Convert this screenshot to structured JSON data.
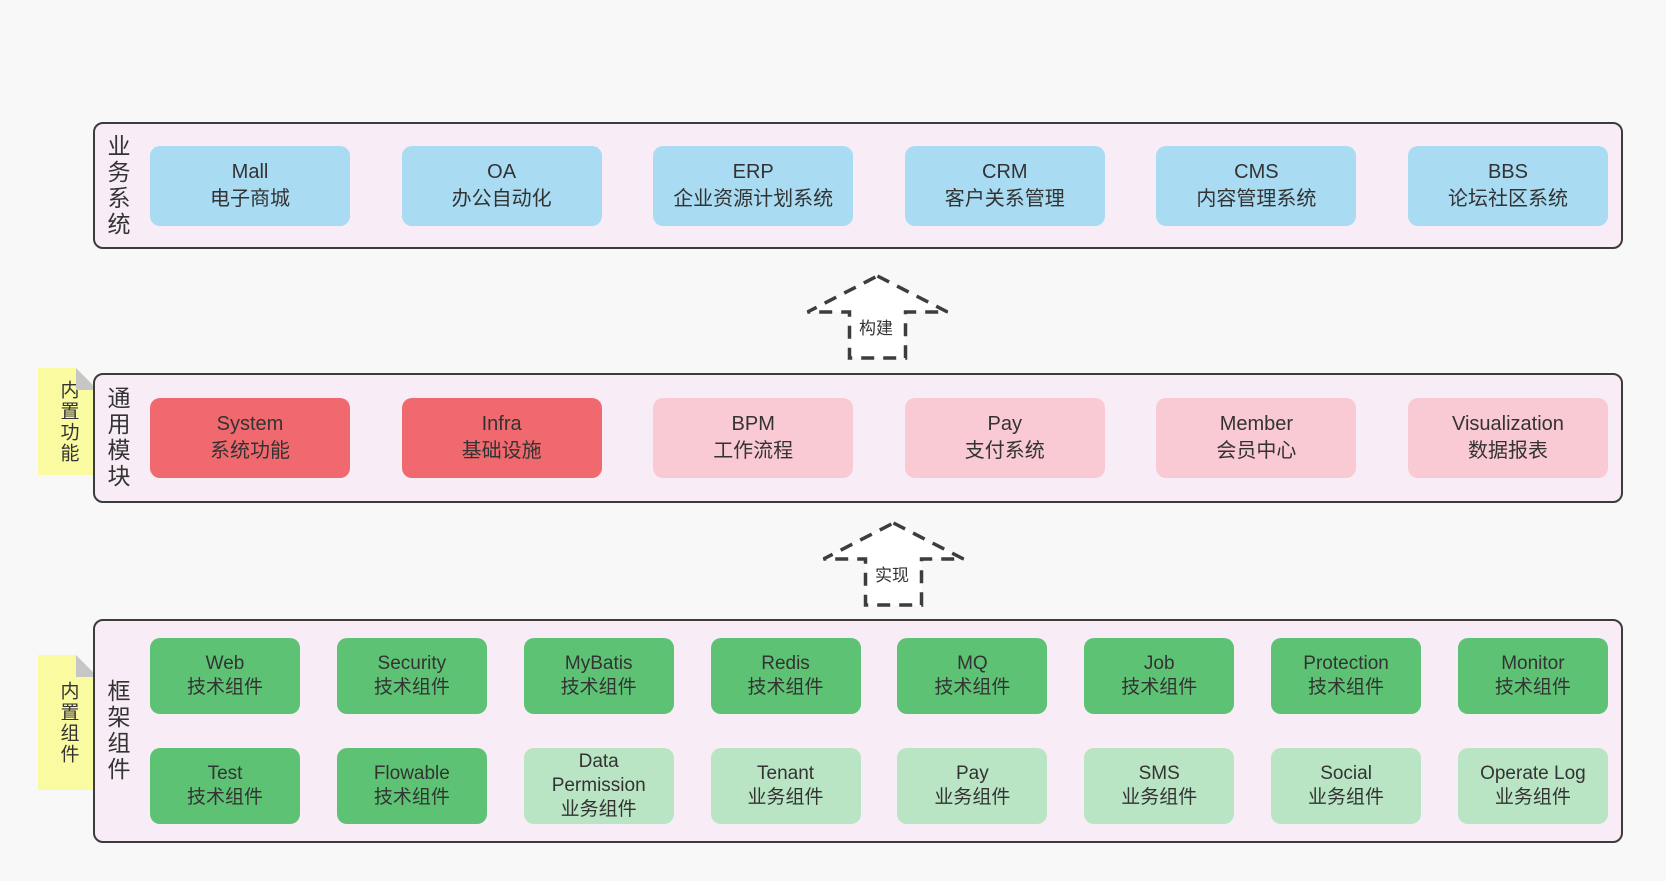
{
  "colors": {
    "page_bg": "#f8f8f8",
    "layer_bg": "#f8edf6",
    "layer_border": "#3c3c3c",
    "blue": "#a9dbf2",
    "red": "#f0696e",
    "pink": "#f9cad4",
    "green": "#5ec274",
    "light_green": "#bae5c4",
    "sticky_yellow": "#fafaa0",
    "sticky_fold": "#c6c6c6",
    "text": "#333333"
  },
  "arrows": [
    {
      "label": "构建"
    },
    {
      "label": "实现"
    }
  ],
  "layers": [
    {
      "id": "business",
      "label": "业务系统",
      "rows": [
        [
          {
            "title": "Mall",
            "subtitle": "电子商城",
            "variant": "blue"
          },
          {
            "title": "OA",
            "subtitle": "办公自动化",
            "variant": "blue"
          },
          {
            "title": "ERP",
            "subtitle": "企业资源计划系统",
            "variant": "blue"
          },
          {
            "title": "CRM",
            "subtitle": "客户关系管理",
            "variant": "blue"
          },
          {
            "title": "CMS",
            "subtitle": "内容管理系统",
            "variant": "blue"
          },
          {
            "title": "BBS",
            "subtitle": "论坛社区系统",
            "variant": "blue"
          }
        ]
      ]
    },
    {
      "id": "modules",
      "label": "通用模块",
      "sticky": "内置功能",
      "rows": [
        [
          {
            "title": "System",
            "subtitle": "系统功能",
            "variant": "red"
          },
          {
            "title": "Infra",
            "subtitle": "基础设施",
            "variant": "red"
          },
          {
            "title": "BPM",
            "subtitle": "工作流程",
            "variant": "pink"
          },
          {
            "title": "Pay",
            "subtitle": "支付系统",
            "variant": "pink"
          },
          {
            "title": "Member",
            "subtitle": "会员中心",
            "variant": "pink"
          },
          {
            "title": "Visualization",
            "subtitle": "数据报表",
            "variant": "pink"
          }
        ]
      ]
    },
    {
      "id": "components",
      "label": "框架组件",
      "sticky": "内置组件",
      "rows": [
        [
          {
            "title": "Web",
            "subtitle": "技术组件",
            "variant": "green"
          },
          {
            "title": "Security",
            "subtitle": "技术组件",
            "variant": "green"
          },
          {
            "title": "MyBatis",
            "subtitle": "技术组件",
            "variant": "green"
          },
          {
            "title": "Redis",
            "subtitle": "技术组件",
            "variant": "green"
          },
          {
            "title": "MQ",
            "subtitle": "技术组件",
            "variant": "green"
          },
          {
            "title": "Job",
            "subtitle": "技术组件",
            "variant": "green"
          },
          {
            "title": "Protection",
            "subtitle": "技术组件",
            "variant": "green"
          },
          {
            "title": "Monitor",
            "subtitle": "技术组件",
            "variant": "green"
          }
        ],
        [
          {
            "title": "Test",
            "subtitle": "技术组件",
            "variant": "green"
          },
          {
            "title": "Flowable",
            "subtitle": "技术组件",
            "variant": "green"
          },
          {
            "title": "Data Permission",
            "subtitle": "业务组件",
            "variant": "lightgreen"
          },
          {
            "title": "Tenant",
            "subtitle": "业务组件",
            "variant": "lightgreen"
          },
          {
            "title": "Pay",
            "subtitle": "业务组件",
            "variant": "lightgreen"
          },
          {
            "title": "SMS",
            "subtitle": "业务组件",
            "variant": "lightgreen"
          },
          {
            "title": "Social",
            "subtitle": "业务组件",
            "variant": "lightgreen"
          },
          {
            "title": "Operate Log",
            "subtitle": "业务组件",
            "variant": "lightgreen"
          }
        ]
      ]
    }
  ]
}
